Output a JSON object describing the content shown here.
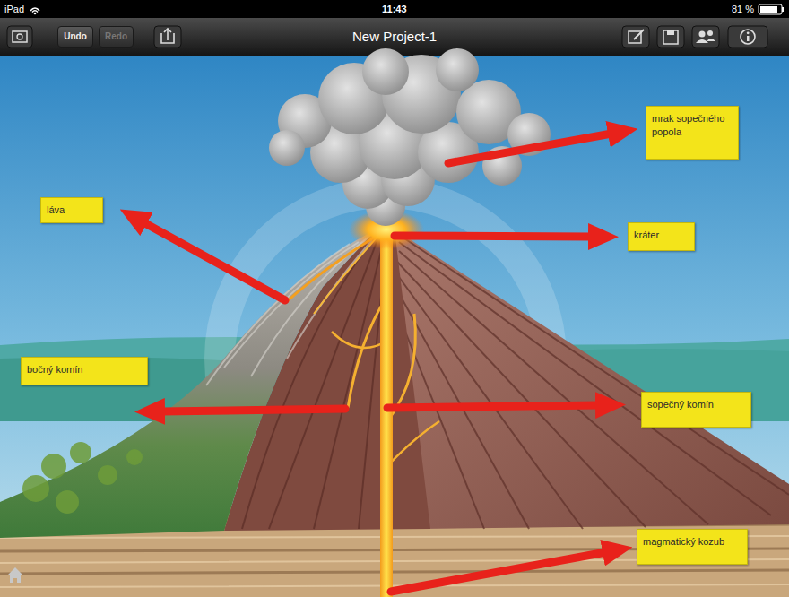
{
  "diagram": {
    "nodes": [
      {
        "text": [
          "Undo"
        ]
      },
      {
        "text": [
          "Redo"
        ]
      },
      {
        "text": [
          "mrak sopečného popola"
        ]
      },
      {
        "text": [
          "láva"
        ]
      },
      {
        "text": [
          "kráter"
        ]
      },
      {
        "text": [
          "bočný komín"
        ]
      },
      {
        "text": [
          "sopečný komín"
        ]
      },
      {
        "text": [
          "magmatický kozub"
        ]
      }
    ],
    "labels": [
      "iPad",
      "11:43",
      "81 %",
      "New Project-1"
    ]
  }
}
